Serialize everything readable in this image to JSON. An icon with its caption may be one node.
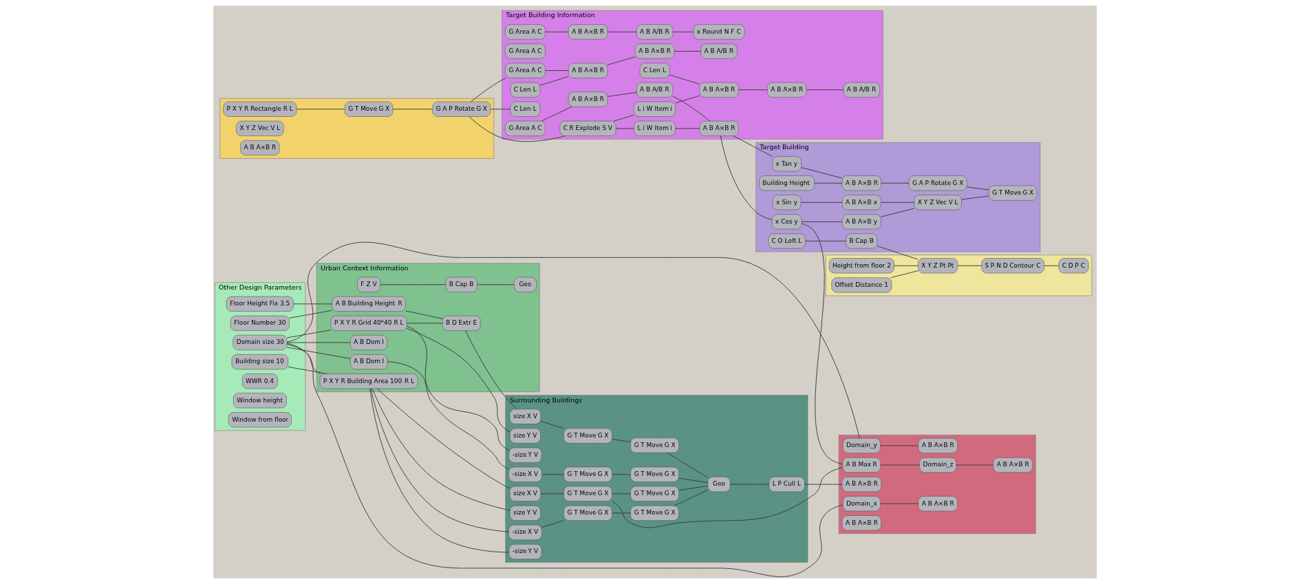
{
  "diagram": {
    "nodes": [
      {
        "text": [],
        "shape": "box"
      },
      {
        "text": [
          "P",
          "X",
          "Y",
          "R",
          "Rectangle",
          "R",
          "L"
        ],
        "in": 0
      },
      {
        "text": [
          "G",
          "T",
          "Move",
          "G",
          "X"
        ],
        "in": 0
      },
      {
        "text": [
          "G",
          "A",
          "P",
          "Rotate",
          "G",
          "X"
        ],
        "in": 0
      },
      {
        "text": [
          "X",
          "Y",
          "Z",
          "Vec",
          "V",
          "L"
        ],
        "in": 0
      },
      {
        "text": [
          "A",
          "B",
          "A×B",
          "R"
        ],
        "in": 0
      },
      {
        "text": [
          "Target Building Information"
        ]
      },
      {
        "text": [
          "G",
          "Area",
          "A",
          "C"
        ],
        "in": 6
      },
      {
        "text": [
          "A",
          "B",
          "A×B",
          "R"
        ],
        "in": 6
      },
      {
        "text": [
          "A",
          "B",
          "A/B",
          "R"
        ],
        "in": 6
      },
      {
        "text": [
          "x",
          "Round",
          "N",
          "F",
          "C"
        ],
        "in": 6
      },
      {
        "text": [
          "G",
          "Area",
          "A",
          "C"
        ],
        "in": 6
      },
      {
        "text": [
          "G",
          "Area",
          "A",
          "C"
        ],
        "in": 6
      },
      {
        "text": [
          "A",
          "B",
          "A×B",
          "R"
        ],
        "in": 6
      },
      {
        "text": [
          "A",
          "B",
          "A/B",
          "R"
        ],
        "in": 6
      },
      {
        "text": [
          "A",
          "B",
          "A×B",
          "R"
        ],
        "in": 6
      },
      {
        "text": [
          "G",
          "Area",
          "A",
          "C"
        ],
        "in": 6
      },
      {
        "text": [
          "C",
          "Len",
          "L"
        ],
        "in": 6
      },
      {
        "text": [
          "L",
          "i",
          "W",
          "Item",
          "i"
        ],
        "in": 6
      },
      {
        "text": [
          "C",
          "Len",
          "L"
        ],
        "in": 6
      },
      {
        "text": [
          "A",
          "B",
          "A×B",
          "R"
        ],
        "in": 6
      },
      {
        "text": [
          "A",
          "B",
          "A×B",
          "R"
        ],
        "in": 6
      },
      {
        "text": [
          "A",
          "B",
          "A/B",
          "R"
        ],
        "in": 6
      },
      {
        "text": [
          "C",
          "R",
          "Explode",
          "S",
          "V"
        ],
        "in": 6
      },
      {
        "text": [
          "L",
          "i",
          "W",
          "Item",
          "i"
        ],
        "in": 6
      },
      {
        "text": [
          "C",
          "Len",
          "L"
        ],
        "in": 6
      },
      {
        "text": [
          "A",
          "B",
          "A×B",
          "R"
        ],
        "in": 6
      },
      {
        "text": [
          "A",
          "B",
          "A×B",
          "R"
        ],
        "in": 6
      },
      {
        "text": [
          "A",
          "B",
          "A/B",
          "R"
        ],
        "in": 6
      },
      {
        "text": [
          "Target Building"
        ]
      },
      {
        "text": [
          "Building Height"
        ],
        "in": 29
      },
      {
        "text": [
          "x",
          "Tan",
          "y"
        ],
        "in": 29
      },
      {
        "text": [
          "x",
          "Sin",
          "y"
        ],
        "in": 29
      },
      {
        "text": [
          "x",
          "Cos",
          "y"
        ],
        "in": 29
      },
      {
        "text": [
          "A",
          "B",
          "A×B",
          "R"
        ],
        "in": 29
      },
      {
        "text": [
          "A",
          "B",
          "A×B",
          "x"
        ],
        "in": 29
      },
      {
        "text": [
          "A",
          "B",
          "A×B",
          "y"
        ],
        "in": 29
      },
      {
        "text": [
          "G",
          "A",
          "P",
          "Rotate",
          "G",
          "X"
        ],
        "in": 29
      },
      {
        "text": [
          "X",
          "Y",
          "Z",
          "Vec",
          "V",
          "L"
        ],
        "in": 29
      },
      {
        "text": [
          "G",
          "T",
          "Move",
          "G",
          "X"
        ],
        "in": 29
      },
      {
        "text": [
          "C",
          "O",
          "Loft",
          "L"
        ],
        "in": 29
      },
      {
        "text": [
          "B",
          "Cap",
          "B"
        ],
        "in": 29
      },
      {
        "text": [],
        "shape": "box"
      },
      {
        "text": [
          "Domain_x"
        ],
        "in": 42
      },
      {
        "text": [
          "Domain_y"
        ],
        "in": 42
      },
      {
        "text": [
          "A",
          "B",
          "Max",
          "R"
        ],
        "in": 42
      },
      {
        "text": [
          "Domain_z"
        ],
        "in": 42
      },
      {
        "text": [
          "A",
          "B",
          "A×B",
          "R"
        ],
        "in": 42
      },
      {
        "text": [
          "A",
          "B",
          "A×B",
          "R"
        ],
        "in": 42
      },
      {
        "text": [
          "A",
          "B",
          "A×B",
          "R"
        ],
        "in": 42
      },
      {
        "text": [
          "A",
          "B",
          "A×B",
          "R"
        ],
        "in": 42
      },
      {
        "text": [
          "A",
          "B",
          "A×B",
          "R"
        ],
        "in": 42
      },
      {
        "text": [
          "Other Design Parameters"
        ]
      },
      {
        "text": [
          "Domain size 30"
        ],
        "in": 52
      },
      {
        "text": [
          "Building size 10"
        ],
        "in": 52
      },
      {
        "text": [
          "Floor Height Fix 3.5"
        ],
        "in": 52
      },
      {
        "text": [
          "Floor Number 30"
        ],
        "in": 52
      },
      {
        "text": [
          "WWR 0.4"
        ],
        "in": 52
      },
      {
        "text": [
          "Window height"
        ],
        "in": 52
      },
      {
        "text": [
          "Window from floor"
        ],
        "in": 52
      },
      {
        "text": [
          "Urban Context Information"
        ]
      },
      {
        "text": [
          "A",
          "B",
          "Dom",
          "I"
        ],
        "in": 60
      },
      {
        "text": [
          "A",
          "B",
          "Dom",
          "I"
        ],
        "in": 60
      },
      {
        "text": [
          "P",
          "X",
          "Y",
          "R",
          "Building Area 100",
          "R",
          "L"
        ],
        "in": 60
      },
      {
        "text": [
          "P",
          "X",
          "Y",
          "R",
          "Grid 40*40",
          "R",
          "L"
        ],
        "in": 60
      },
      {
        "text": [
          "B",
          "D",
          "Extr",
          "E"
        ],
        "in": 60
      },
      {
        "text": [
          "A",
          "B",
          "Building Height",
          "R"
        ],
        "in": 60
      },
      {
        "text": [
          "F",
          "Z",
          "V"
        ],
        "in": 60
      },
      {
        "text": [
          "B",
          "Cap",
          "B"
        ],
        "in": 60
      },
      {
        "text": [
          "Geo"
        ],
        "in": 60
      },
      {
        "text": [
          "Surrounding Buildings"
        ]
      },
      {
        "text": [
          "size",
          "X",
          "V"
        ],
        "in": 70
      },
      {
        "text": [
          "size",
          "Y",
          "V"
        ],
        "in": 70
      },
      {
        "text": [
          "-size",
          "X",
          "V"
        ],
        "in": 70
      },
      {
        "text": [
          "-size",
          "Y",
          "V"
        ],
        "in": 70
      },
      {
        "text": [
          "-size",
          "X",
          "V"
        ],
        "in": 70
      },
      {
        "text": [
          "size",
          "Y",
          "V"
        ],
        "in": 70
      },
      {
        "text": [
          "size",
          "X",
          "V"
        ],
        "in": 70
      },
      {
        "text": [
          "-size",
          "Y",
          "V"
        ],
        "in": 70
      },
      {
        "text": [
          "G",
          "T",
          "Move",
          "G",
          "X"
        ],
        "in": 70
      },
      {
        "text": [
          "G",
          "T",
          "Move",
          "G",
          "X"
        ],
        "in": 70
      },
      {
        "text": [
          "G",
          "T",
          "Move",
          "G",
          "X"
        ],
        "in": 70
      },
      {
        "text": [
          "G",
          "T",
          "Move",
          "G",
          "X"
        ],
        "in": 70
      },
      {
        "text": [
          "G",
          "T",
          "Move",
          "G",
          "X"
        ],
        "in": 70
      },
      {
        "text": [
          "G",
          "T",
          "Move",
          "G",
          "X"
        ],
        "in": 70
      },
      {
        "text": [
          "G",
          "T",
          "Move",
          "G",
          "X"
        ],
        "in": 70
      },
      {
        "text": [
          "G",
          "T",
          "Move",
          "G",
          "X"
        ],
        "in": 70
      },
      {
        "text": [
          "Geo"
        ],
        "in": 70
      },
      {
        "text": [
          "L",
          "P",
          "Cull",
          "L"
        ],
        "in": 70
      },
      {
        "text": [],
        "shape": "box"
      },
      {
        "text": [
          "Height from floor 2"
        ],
        "in": 89
      },
      {
        "text": [
          "Offset Distance 1"
        ],
        "in": 89
      },
      {
        "text": [
          "X",
          "Y",
          "Z",
          "Pt",
          "Pt"
        ],
        "in": 89
      },
      {
        "text": [
          "S",
          "P",
          "N",
          "D",
          "Contour",
          "C"
        ],
        "in": 89
      },
      {
        "text": [
          "C",
          "D",
          "P",
          "C"
        ],
        "in": 89
      }
    ],
    "edges": [
      {
        "from": 1,
        "to": 2,
        "arrow": "none"
      },
      {
        "from": 2,
        "to": 3,
        "arrow": "none"
      },
      {
        "from": 3,
        "to": 16,
        "arrow": "none"
      },
      {
        "from": 3,
        "to": 17,
        "arrow": "none"
      },
      {
        "from": 3,
        "to": 23,
        "arrow": "none"
      },
      {
        "from": 7,
        "to": 8,
        "arrow": "none"
      },
      {
        "from": 8,
        "to": 9,
        "arrow": "none"
      },
      {
        "from": 9,
        "to": 10,
        "arrow": "none"
      },
      {
        "from": 12,
        "to": 13,
        "arrow": "none"
      },
      {
        "from": 13,
        "to": 14,
        "arrow": "none"
      },
      {
        "from": 14,
        "to": 15,
        "arrow": "none"
      },
      {
        "from": 16,
        "to": 20,
        "arrow": "none"
      },
      {
        "from": 23,
        "to": 18,
        "arrow": "none"
      },
      {
        "from": 23,
        "to": 24,
        "arrow": "none"
      },
      {
        "from": 18,
        "to": 15,
        "arrow": "none"
      },
      {
        "from": 24,
        "to": 26,
        "arrow": "none"
      },
      {
        "from": 19,
        "to": 20,
        "arrow": "none"
      },
      {
        "from": 20,
        "to": 21,
        "arrow": "none"
      },
      {
        "from": 21,
        "to": 22,
        "arrow": "none"
      },
      {
        "from": 25,
        "to": 26,
        "arrow": "none"
      },
      {
        "from": 26,
        "to": 27,
        "arrow": "none"
      },
      {
        "from": 27,
        "to": 28,
        "arrow": "none"
      },
      {
        "from": 15,
        "to": 31,
        "arrow": "none"
      },
      {
        "from": 15,
        "to": 33,
        "arrow": "none"
      },
      {
        "from": 30,
        "to": 34,
        "arrow": "none"
      },
      {
        "from": 31,
        "to": 34,
        "arrow": "none"
      },
      {
        "from": 34,
        "to": 37,
        "arrow": "none"
      },
      {
        "from": 32,
        "to": 35,
        "arrow": "none"
      },
      {
        "from": 33,
        "to": 36,
        "arrow": "none"
      },
      {
        "from": 35,
        "to": 38,
        "arrow": "none"
      },
      {
        "from": 36,
        "to": 38,
        "arrow": "none"
      },
      {
        "from": 37,
        "to": 39,
        "arrow": "none"
      },
      {
        "from": 38,
        "to": 39,
        "arrow": "none"
      },
      {
        "from": 40,
        "to": 41,
        "arrow": "none"
      },
      {
        "from": 41,
        "to": 92,
        "arrow": "none"
      },
      {
        "from": 33,
        "to": 45,
        "arrow": "none"
      },
      {
        "from": 53,
        "to": 61,
        "arrow": "none"
      },
      {
        "from": 53,
        "to": 62,
        "arrow": "none"
      },
      {
        "from": 53,
        "to": 63,
        "arrow": "none"
      },
      {
        "from": 53,
        "to": 64,
        "arrow": "none"
      },
      {
        "from": 53,
        "to": 43,
        "arrow": "none"
      },
      {
        "from": 53,
        "to": 44,
        "arrow": "none"
      },
      {
        "from": 54,
        "to": 63,
        "arrow": "none"
      },
      {
        "from": 55,
        "to": 66,
        "arrow": "none"
      },
      {
        "from": 56,
        "to": 66,
        "arrow": "none"
      },
      {
        "from": 63,
        "to": 71,
        "arrow": "none"
      },
      {
        "from": 63,
        "to": 72,
        "arrow": "none"
      },
      {
        "from": 63,
        "to": 73,
        "arrow": "none"
      },
      {
        "from": 63,
        "to": 74,
        "arrow": "none"
      },
      {
        "from": 62,
        "to": 75,
        "arrow": "none"
      },
      {
        "from": 64,
        "to": 76,
        "arrow": "none"
      },
      {
        "from": 65,
        "to": 77,
        "arrow": "none"
      },
      {
        "from": 64,
        "to": 78,
        "arrow": "none"
      },
      {
        "from": 64,
        "to": 65,
        "arrow": "none"
      },
      {
        "from": 66,
        "to": 65,
        "arrow": "none"
      },
      {
        "from": 67,
        "to": 68,
        "arrow": "none"
      },
      {
        "from": 68,
        "to": 69,
        "arrow": "none"
      },
      {
        "from": 71,
        "to": 79,
        "arrow": "none"
      },
      {
        "from": 73,
        "to": 80,
        "arrow": "none"
      },
      {
        "from": 75,
        "to": 81,
        "arrow": "none"
      },
      {
        "from": 77,
        "to": 82,
        "arrow": "none"
      },
      {
        "from": 79,
        "to": 83,
        "arrow": "none"
      },
      {
        "from": 80,
        "to": 84,
        "arrow": "none"
      },
      {
        "from": 81,
        "to": 85,
        "arrow": "none"
      },
      {
        "from": 82,
        "to": 86,
        "arrow": "none"
      },
      {
        "from": 83,
        "to": 87,
        "arrow": "none"
      },
      {
        "from": 84,
        "to": 87,
        "arrow": "none"
      },
      {
        "from": 85,
        "to": 87,
        "arrow": "none"
      },
      {
        "from": 86,
        "to": 87,
        "arrow": "none"
      },
      {
        "from": 87,
        "to": 88,
        "arrow": "none"
      },
      {
        "from": 88,
        "to": 50,
        "arrow": "none"
      },
      {
        "from": 79,
        "to": 45,
        "arrow": "none"
      },
      {
        "from": 43,
        "to": 47,
        "arrow": "none"
      },
      {
        "from": 44,
        "to": 48,
        "arrow": "none"
      },
      {
        "from": 45,
        "to": 46,
        "arrow": "none"
      },
      {
        "from": 46,
        "to": 49,
        "arrow": "none"
      },
      {
        "from": 90,
        "to": 92,
        "arrow": "none"
      },
      {
        "from": 91,
        "to": 92,
        "arrow": "none"
      },
      {
        "from": 92,
        "to": 93,
        "arrow": "none"
      },
      {
        "from": 93,
        "to": 94,
        "arrow": "none"
      }
    ]
  }
}
